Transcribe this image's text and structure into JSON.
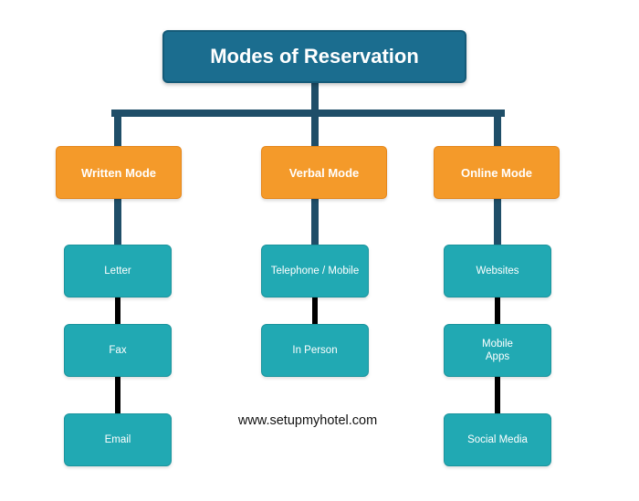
{
  "root": {
    "label": "Modes of Reservation"
  },
  "categories": [
    {
      "label": "Written Mode",
      "items": [
        "Letter",
        "Fax",
        "Email"
      ]
    },
    {
      "label": "Verbal Mode",
      "items": [
        "Telephone / Mobile",
        "In Person"
      ]
    },
    {
      "label": "Online Mode",
      "items": [
        "Websites",
        "Mobile\nApps",
        "Social Media"
      ]
    }
  ],
  "watermark": "www.setupmyhotel.com",
  "colors": {
    "root": "#1b6d8f",
    "category": "#f49a2a",
    "leaf": "#21a9b3",
    "trunk_connector": "#1f4e68",
    "leaf_connector": "#000000"
  }
}
